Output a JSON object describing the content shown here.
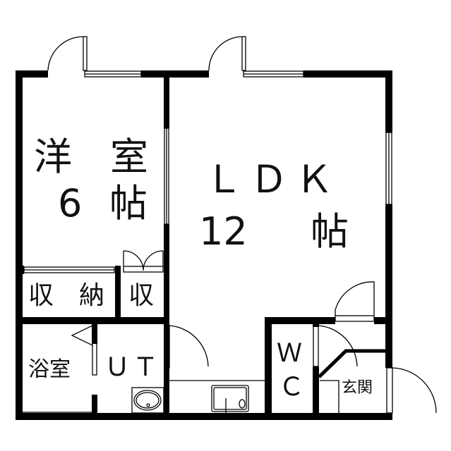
{
  "rooms": {
    "western_room": {
      "name": "洋　室",
      "size_num": "6",
      "size_unit": "帖"
    },
    "ldk": {
      "name": "ＬＤＫ",
      "size_num": "12",
      "size_unit": "帖"
    },
    "storage_main": "収　納",
    "storage_small": "収",
    "bathroom": "浴室",
    "utility": "ＵＴ",
    "toilet_w": "Ｗ",
    "toilet_c": "Ｃ",
    "entrance": "玄関"
  },
  "colors": {
    "wall": "#000000",
    "background": "#ffffff"
  }
}
